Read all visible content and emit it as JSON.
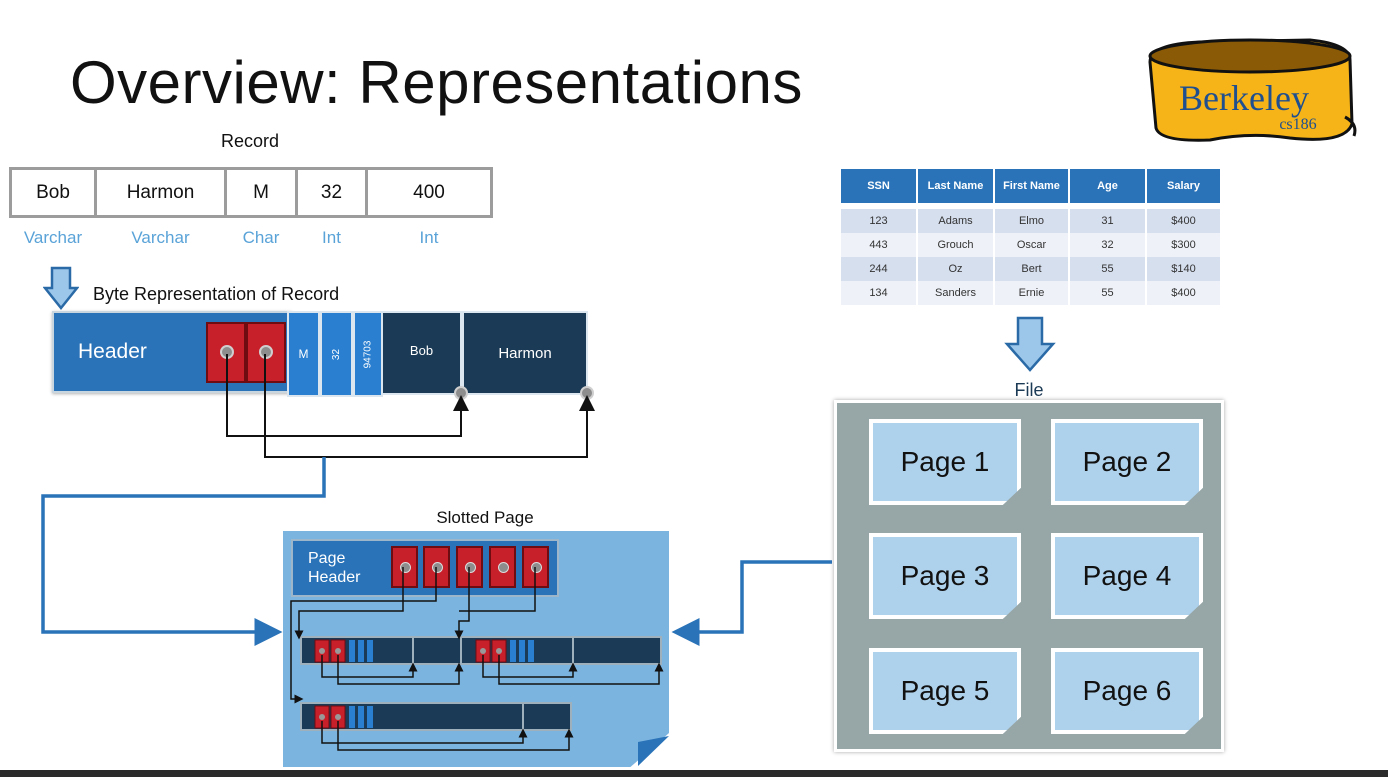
{
  "title": "Overview: Representations",
  "logo": {
    "word": "Berkeley",
    "course": "cs186"
  },
  "record": {
    "label": "Record",
    "fields": [
      {
        "value": "Bob",
        "type": "Varchar"
      },
      {
        "value": "Harmon",
        "type": "Varchar"
      },
      {
        "value": "M",
        "type": "Char"
      },
      {
        "value": "32",
        "type": "Int"
      },
      {
        "value": "400",
        "type": "Int"
      }
    ]
  },
  "byte_repr": {
    "label": "Byte Representation of Record",
    "header": "Header",
    "fixed": [
      "M",
      "32",
      "94703"
    ],
    "variable": [
      "Bob",
      "Harmon"
    ]
  },
  "table": {
    "columns": [
      "SSN",
      "Last Name",
      "First Name",
      "Age",
      "Salary"
    ],
    "rows": [
      [
        "123",
        "Adams",
        "Elmo",
        "31",
        "$400"
      ],
      [
        "443",
        "Grouch",
        "Oscar",
        "32",
        "$300"
      ],
      [
        "244",
        "Oz",
        "Bert",
        "55",
        "$140"
      ],
      [
        "134",
        "Sanders",
        "Ernie",
        "55",
        "$400"
      ]
    ]
  },
  "file": {
    "label": "File",
    "pages": [
      "Page 1",
      "Page 2",
      "Page 3",
      "Page 4",
      "Page 5",
      "Page 6"
    ]
  },
  "slotted_page": {
    "label": "Slotted Page",
    "header_line1": "Page",
    "header_line2": "Header"
  },
  "colors": {
    "header_blue": "#2a73b8",
    "dark_navy": "#1b3a55",
    "pointer_red": "#c8202b",
    "arrow_fill": "#9cc7ea",
    "type_label": "#5aa3d8",
    "file_gray": "#97a6a6",
    "page_blue": "#afd2ec"
  }
}
